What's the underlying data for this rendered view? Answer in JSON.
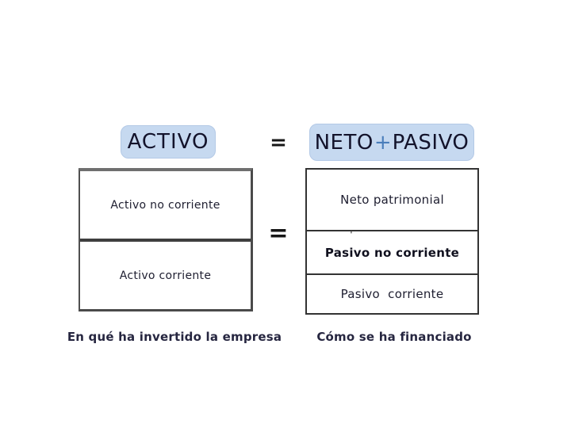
{
  "title_row": {
    "activo": "ACTIVO",
    "equals": "=",
    "neto": "NETO",
    "plus": "+",
    "pasivo": "PASIVO"
  },
  "middle_equals": "=",
  "assets_box": {
    "sections": [
      {
        "label": "Activo no corriente"
      },
      {
        "label": "Activo corriente"
      }
    ]
  },
  "financing_box": {
    "sections": [
      {
        "label": "Neto patrimonial"
      },
      {
        "label": "Pasivo no corriente"
      },
      {
        "label": "Pasivo  corriente"
      }
    ],
    "stray_mark": "'"
  },
  "captions": {
    "left": "En qué ha invertido la empresa",
    "right": "Cómo se ha financiado"
  },
  "colors": {
    "pill_background": "#c6d9f0",
    "plus_sign": "#4a7ebb",
    "box_border_dark": "#333333",
    "box_border_gray": "#6f6f6f",
    "label_text": "#1e1e30"
  }
}
